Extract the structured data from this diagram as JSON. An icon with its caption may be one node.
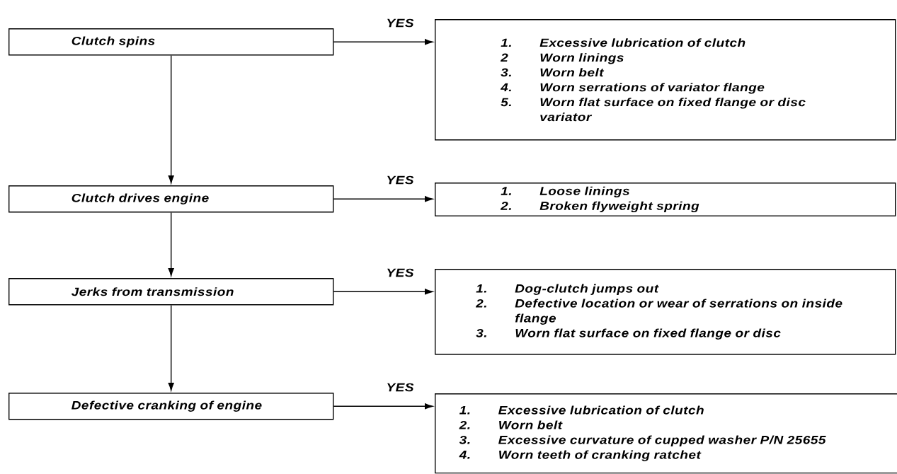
{
  "diagram": {
    "nodes": [
      {
        "text": [
          "Clutch spins"
        ]
      },
      {
        "text": [
          "Clutch drives engine"
        ]
      },
      {
        "text": [
          "Jerks from transmission"
        ]
      },
      {
        "text": [
          "Defective cranking of engine"
        ]
      },
      {
        "text": [
          "1.",
          "Excessive lubrication of clutch",
          "2",
          "Worn linings",
          "3.",
          "Worn belt",
          "4.",
          "Worn serrations of variator flange",
          "5.",
          "Worn flat surface on fixed flange or disc variator"
        ]
      },
      {
        "text": [
          "1.",
          "Loose linings",
          "2.",
          "Broken flyweight spring"
        ]
      },
      {
        "text": [
          "1.",
          "Dog-clutch jumps out",
          "2.",
          "Defective location or wear of serrations on inside flange",
          "3.",
          "Worn flat surface on fixed flange or disc"
        ]
      },
      {
        "text": [
          "1.",
          "Excessive lubrication of clutch",
          "2.",
          "Worn belt",
          "3.",
          "Excessive curvature of cupped washer P/N 25655",
          "4.",
          "Worn teeth of cranking ratchet"
        ]
      }
    ],
    "edges": [
      {
        "from": 0,
        "to": 4,
        "arrow": "to",
        "label": "YES"
      },
      {
        "from": 0,
        "to": 1,
        "arrow": "to"
      },
      {
        "from": 1,
        "to": 5,
        "arrow": "to",
        "label": "YES"
      },
      {
        "from": 1,
        "to": 2,
        "arrow": "to"
      },
      {
        "from": 2,
        "to": 6,
        "arrow": "to",
        "label": "YES"
      },
      {
        "from": 2,
        "to": 3,
        "arrow": "to"
      },
      {
        "from": 3,
        "to": 7,
        "arrow": "to",
        "label": "YES"
      }
    ]
  }
}
